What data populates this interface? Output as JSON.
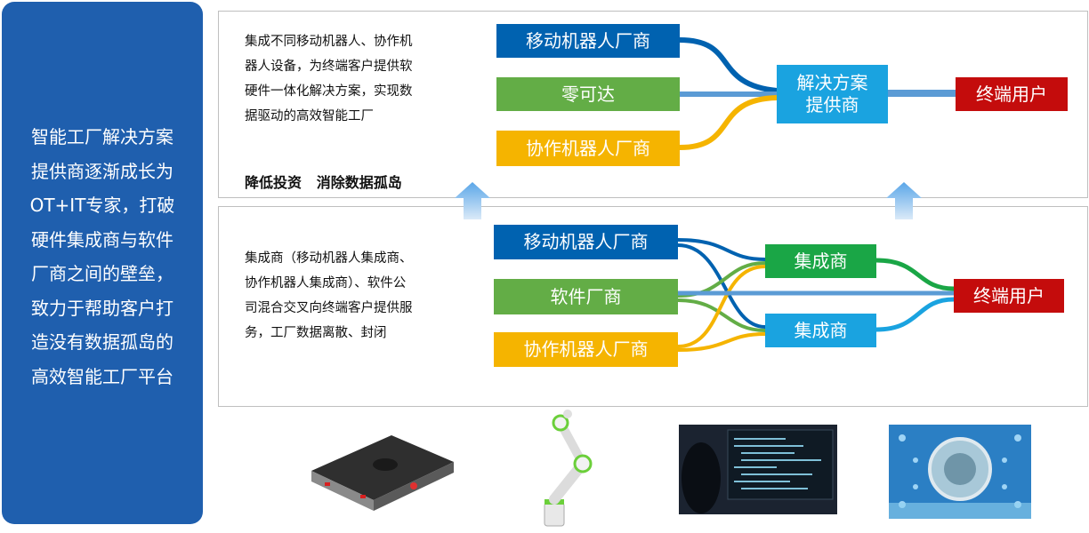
{
  "sidebar": {
    "lines": [
      "智能工厂解决方案",
      "提供商逐渐成长为",
      "OT+IT专家，打破",
      "硬件集成商与软件",
      "厂商之间的壁垒，",
      "致力于帮助客户打",
      "造没有数据孤岛的",
      "高效智能工厂平台"
    ]
  },
  "top_panel": {
    "desc_lines": [
      "集成不同移动机器人、协作机",
      "器人设备，为终端客户提供软",
      "硬件一体化解决方案，实现数",
      "据驱动的高效智能工厂"
    ],
    "tagline": "降低投资   消除数据孤岛",
    "boxes": {
      "mobile_vendor": "移动机器人厂商",
      "zero_reach": "零可达",
      "cobot_vendor": "协作机器人厂商",
      "solution_provider_line1": "解决方案",
      "solution_provider_line2": "提供商",
      "end_user": "终端用户"
    }
  },
  "bottom_panel": {
    "desc_lines": [
      "集成商（移动机器人集成商、",
      "协作机器人集成商）、软件公",
      "司混合交叉向终端客户提供服",
      "务，工厂数据离散、封闭"
    ],
    "boxes": {
      "mobile_vendor": "移动机器人厂商",
      "software_vendor": "软件厂商",
      "cobot_vendor": "协作机器人厂商",
      "integrator_1": "集成商",
      "integrator_2": "集成商",
      "end_user": "终端用户"
    }
  },
  "colors": {
    "sidebar": "#1f5fae",
    "blue": "#0062b0",
    "green": "#63ad46",
    "orange": "#f5b400",
    "cyan": "#1aa3e0",
    "integrator_green": "#1aa646",
    "red": "#c40c0c"
  },
  "images": [
    "mobile-robot-image",
    "cobot-arm-image",
    "monitor-code-image",
    "chip-image"
  ]
}
